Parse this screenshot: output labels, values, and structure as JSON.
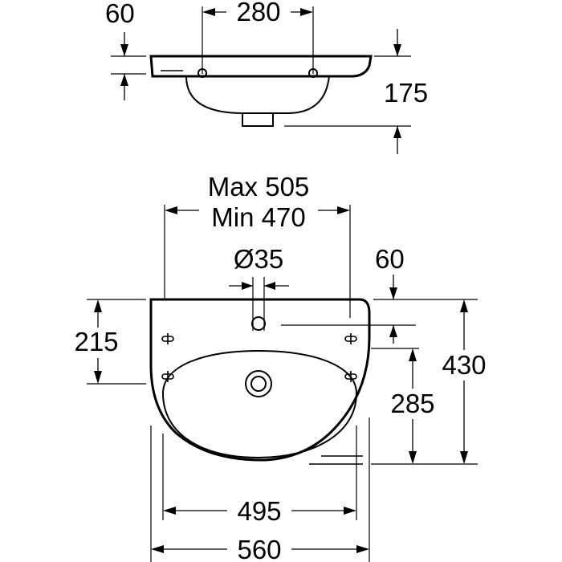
{
  "dimensions": {
    "top_overflow": "60",
    "tap_spacing": "280",
    "height": "175",
    "max_width": "Max 505",
    "min_width": "Min 470",
    "tap_hole": "Ø35",
    "front_overflow": "60",
    "left_height": "215",
    "total_depth": "430",
    "bowl_depth": "285",
    "bowl_width": "495",
    "total_width": "560"
  }
}
